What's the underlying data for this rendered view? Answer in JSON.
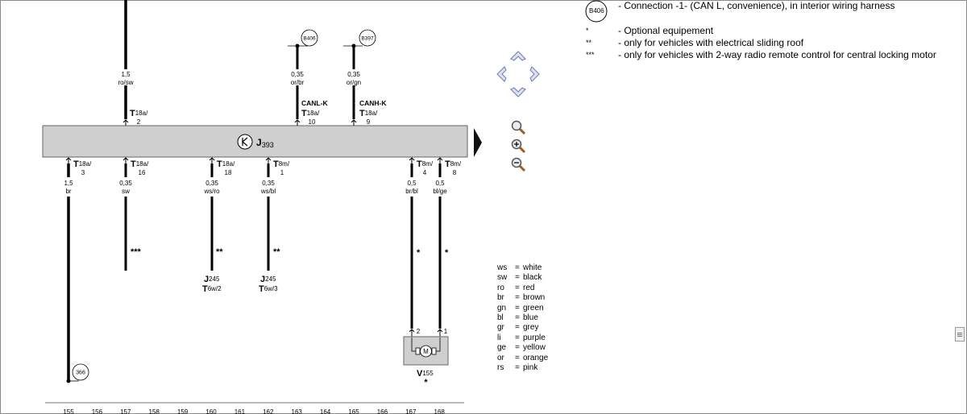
{
  "component": {
    "letter": "J",
    "sub": "393"
  },
  "top_pins": [
    {
      "gauge": "1,5",
      "color": "ro/sw",
      "pin_letter": "T",
      "pin_sub": "18a/",
      "pin_num": "2",
      "signal": ""
    },
    {
      "gauge": "0,35",
      "color": "or/br",
      "pin_letter": "T",
      "pin_sub": "18a/",
      "pin_num": "10",
      "signal": "CANL-K",
      "conn": "B406"
    },
    {
      "gauge": "0,35",
      "color": "or/gn",
      "pin_letter": "T",
      "pin_sub": "18a/",
      "pin_num": "9",
      "signal": "CANH-K",
      "conn": "B397"
    }
  ],
  "bottom_pins": [
    {
      "pin_letter": "T",
      "pin_sub": "18a/",
      "pin_num": "3",
      "gauge": "1,5",
      "color": "br",
      "mark": "",
      "dest": null
    },
    {
      "pin_letter": "T",
      "pin_sub": "18a/",
      "pin_num": "16",
      "gauge": "0,35",
      "color": "sw",
      "mark": "***",
      "dest": null
    },
    {
      "pin_letter": "T",
      "pin_sub": "18a/",
      "pin_num": "18",
      "gauge": "0,35",
      "color": "ws/ro",
      "mark": "**",
      "dest": {
        "letter": "J",
        "sub": "245",
        "conn_letter": "T",
        "conn_sub": "6w/2"
      }
    },
    {
      "pin_letter": "T",
      "pin_sub": "8m/",
      "pin_num": "1",
      "gauge": "0,35",
      "color": "ws/bl",
      "mark": "**",
      "dest": {
        "letter": "J",
        "sub": "245",
        "conn_letter": "T",
        "conn_sub": "6w/3"
      }
    },
    {
      "pin_letter": "T",
      "pin_sub": "8m/",
      "pin_num": "4",
      "gauge": "0,5",
      "color": "br/bl",
      "mark": "*",
      "dest": null
    },
    {
      "pin_letter": "T",
      "pin_sub": "8m/",
      "pin_num": "8",
      "gauge": "0,5",
      "color": "bl/ge",
      "mark": "*",
      "dest": null
    }
  ],
  "ground": {
    "ref": "366"
  },
  "motor": {
    "symbol": "M",
    "letter": "V",
    "sub": "155",
    "mark": "*",
    "pin_left": "2",
    "pin_right": "1"
  },
  "ruler": [
    "155",
    "156",
    "157",
    "158",
    "159",
    "160",
    "161",
    "162",
    "163",
    "164",
    "165",
    "166",
    "167",
    "168"
  ],
  "notes": [
    {
      "key": "B406",
      "text": "-  Connection -1- (CAN L, convenience), in interior wiring harness"
    },
    {
      "key": "*",
      "text": "-  Optional equipement"
    },
    {
      "key": "**",
      "text": "-  only for vehicles with electrical sliding roof"
    },
    {
      "key": "***",
      "text": "-  only for vehicles with 2-way radio remote control for central locking motor"
    }
  ],
  "color_legend": [
    {
      "code": "ws",
      "name": "white"
    },
    {
      "code": "sw",
      "name": "black"
    },
    {
      "code": "ro",
      "name": "red"
    },
    {
      "code": "br",
      "name": "brown"
    },
    {
      "code": "gn",
      "name": "green"
    },
    {
      "code": "bl",
      "name": "blue"
    },
    {
      "code": "gr",
      "name": "grey"
    },
    {
      "code": "li",
      "name": "purple"
    },
    {
      "code": "ge",
      "name": "yellow"
    },
    {
      "code": "or",
      "name": "orange"
    },
    {
      "code": "rs",
      "name": "pink"
    }
  ],
  "legend_eq": "=",
  "controls": {
    "pan_icons": [
      "pan-up-icon",
      "pan-left-icon",
      "pan-right-icon",
      "pan-down-icon"
    ],
    "zoom_icons": [
      "zoom-icon",
      "zoom-in-icon",
      "zoom-out-icon"
    ],
    "next_icon": "next-page-arrow-icon"
  },
  "colors": {
    "component_fill": "#cfcfcf",
    "wire": "#000000",
    "nav_fill": "#dde2ee",
    "nav_stroke": "#6a7ab0"
  }
}
